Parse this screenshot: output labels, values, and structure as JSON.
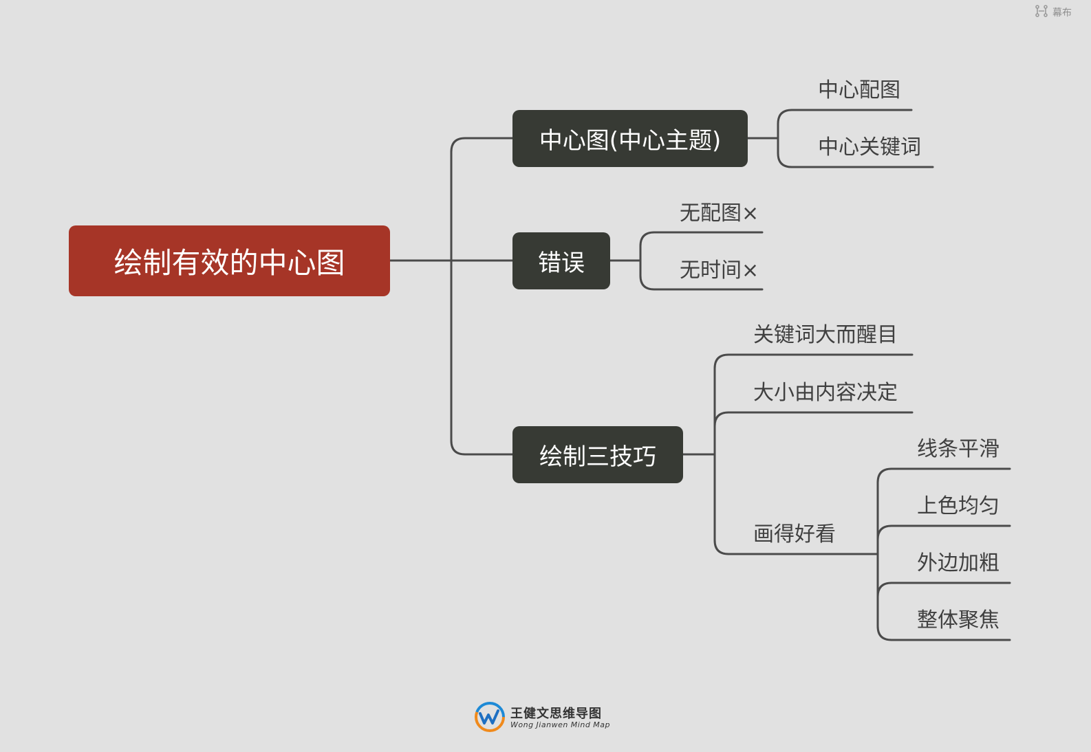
{
  "watermark": {
    "label": "幕布",
    "icon": "mindmap-icon"
  },
  "root": {
    "label": "绘制有效的中心图",
    "color": "#a63527"
  },
  "branches": [
    {
      "label": "中心图(中心主题)",
      "children": [
        {
          "label": "中心配图"
        },
        {
          "label": "中心关键词"
        }
      ]
    },
    {
      "label": "错误",
      "children": [
        {
          "label": "无配图×"
        },
        {
          "label": "无时间×"
        }
      ]
    },
    {
      "label": "绘制三技巧",
      "children": [
        {
          "label": "关键词大而醒目"
        },
        {
          "label": "大小由内容决定"
        },
        {
          "label": "画得好看",
          "children": [
            {
              "label": "线条平滑"
            },
            {
              "label": "上色均匀"
            },
            {
              "label": "外边加粗"
            },
            {
              "label": "整体聚焦"
            }
          ]
        }
      ]
    }
  ],
  "footer": {
    "title": "王健文思维导图",
    "subtitle": "Wong Jianwen Mind Map",
    "icon": "brand-logo-icon"
  },
  "colors": {
    "background": "#e1e1e1",
    "branch_node": "#373a34",
    "line": "#4a4a4a",
    "leaf_text": "#404040"
  }
}
